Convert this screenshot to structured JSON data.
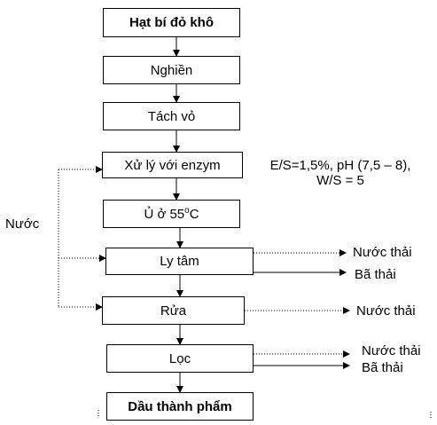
{
  "diagram": {
    "steps": [
      {
        "id": "hat-bi-do-kho",
        "label": "Hạt bí đỏ khô"
      },
      {
        "id": "nghien",
        "label": "Nghiền"
      },
      {
        "id": "tach-vo",
        "label": "Tách vỏ"
      },
      {
        "id": "xu-ly-enzym",
        "label": "Xử lý với enzym"
      },
      {
        "id": "u-55",
        "label_main": "Ủ ở 55",
        "label_sup": "o",
        "label_unit": "C"
      },
      {
        "id": "ly-tam",
        "label": "Ly tâm"
      },
      {
        "id": "rua",
        "label": "Rửa"
      },
      {
        "id": "loc",
        "label": "Lọc"
      },
      {
        "id": "dau-thanh-pham",
        "label": "Dầu thành phẩm"
      }
    ],
    "input_label": "Nước",
    "condition_line1": "E/S=1,5%, pH (7,5 – 8),",
    "condition_line2": "W/S = 5",
    "outputs": {
      "ly_tam_water": "Nước thải",
      "ly_tam_residue": "Bã thải",
      "rua_water": "Nước thải",
      "loc_water": "Nước thải",
      "loc_residue": "Bã thải"
    }
  }
}
